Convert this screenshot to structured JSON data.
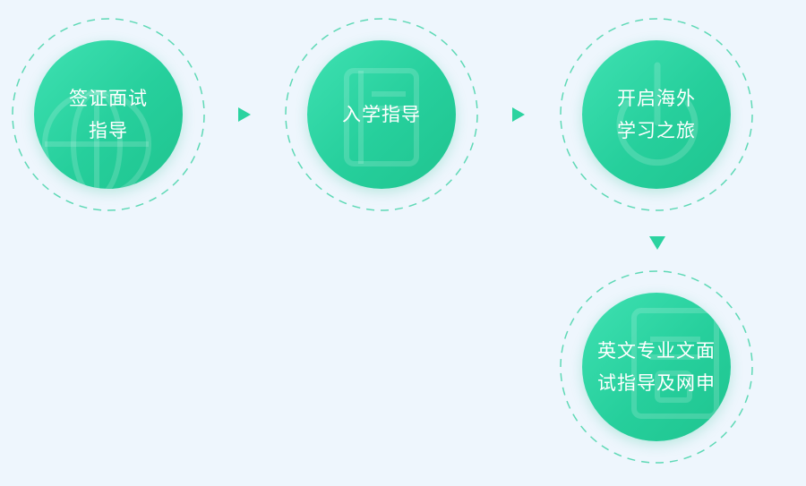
{
  "colors": {
    "background": "#eef6fd",
    "circle": "#2dd7a2",
    "ring": "#5fd9b6",
    "arrow": "#2bd3a0"
  },
  "steps": [
    {
      "label": "签证面试\n指导",
      "icon": "globe-icon"
    },
    {
      "label": "入学指导",
      "icon": "book-icon"
    },
    {
      "label": "开启海外\n学习之旅",
      "icon": "power-icon"
    },
    {
      "label": "英文专业文面\n试指导及网申",
      "icon": "document-icon"
    }
  ],
  "connectors": [
    {
      "direction": "right"
    },
    {
      "direction": "right"
    },
    {
      "direction": "down"
    }
  ]
}
